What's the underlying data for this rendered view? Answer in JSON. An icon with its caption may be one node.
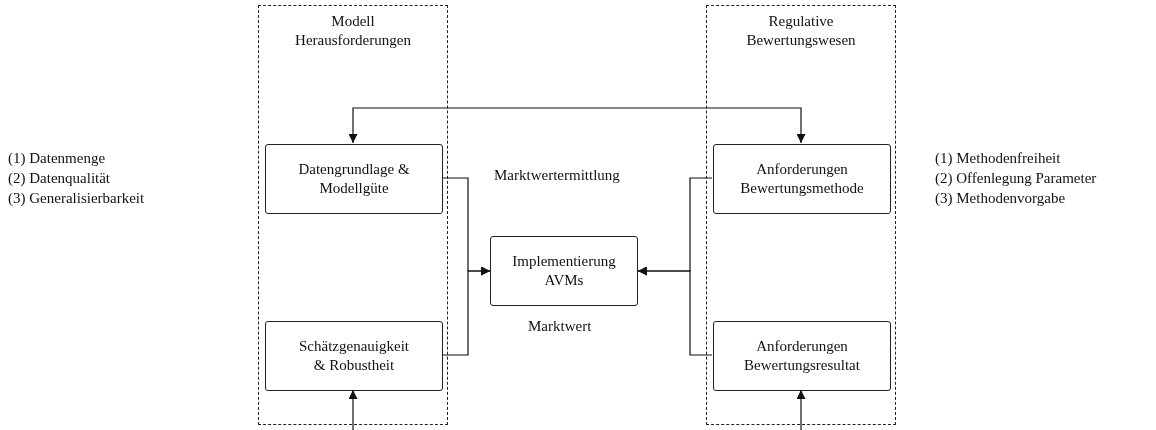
{
  "diagram": {
    "nodes": [
      {
        "text": [
          "Modell Herausforderungen"
        ]
      },
      {
        "text": [
          "Datengrundlage & Modellgüte"
        ],
        "in": 0
      },
      {
        "text": [
          "Schätzgenauigkeit & Robustheit"
        ],
        "in": 0
      },
      {
        "text": [
          "Implementierung AVMs"
        ]
      },
      {
        "text": [
          "Regulative Bewertungswesen"
        ]
      },
      {
        "text": [
          "Anforderungen Bewertungsmethode"
        ],
        "in": 4
      },
      {
        "text": [
          "Anforderungen Bewertungsresultat"
        ],
        "in": 4
      }
    ],
    "edges": [
      {
        "from": 1,
        "to": 5,
        "arrow": "both"
      },
      {
        "from": 1,
        "to": 3,
        "arrow": "to"
      },
      {
        "from": 2,
        "to": 3,
        "arrow": "to"
      },
      {
        "from": 5,
        "to": 3,
        "arrow": "to"
      },
      {
        "from": 6,
        "to": 3,
        "arrow": "to"
      },
      {
        "from": null,
        "to": 2,
        "arrow": "to"
      },
      {
        "from": null,
        "to": 6,
        "arrow": "to"
      }
    ],
    "labels": [
      "(1) Datenmenge",
      "(2) Datenqualität",
      "(3) Generalisierbarkeit",
      "Marktwertermittlung",
      "(1) Methodenfreiheit",
      "(2) Offenlegung Parameter",
      "(3) Methodenvorgabe",
      "Marktwert"
    ]
  }
}
